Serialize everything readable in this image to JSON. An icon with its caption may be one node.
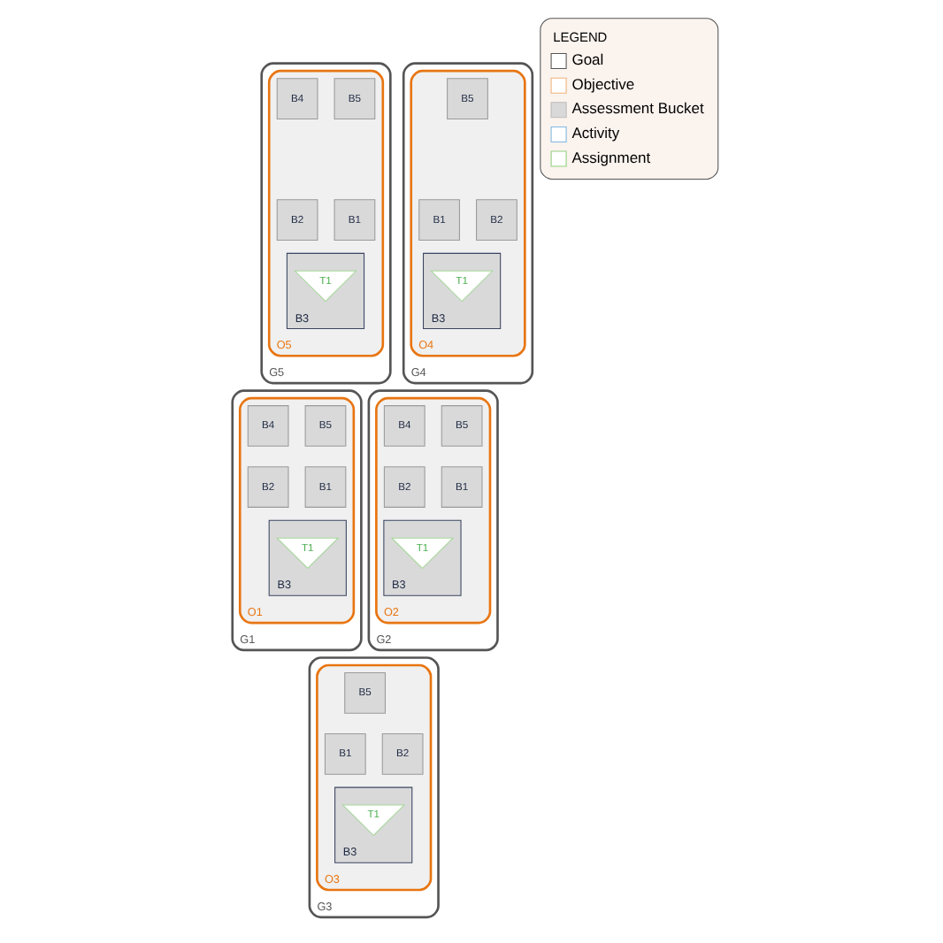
{
  "diagram": {
    "nodes": [
      {
        "text": [
          "G5"
        ]
      },
      {
        "text": [
          "O5"
        ],
        "in": 0
      },
      {
        "text": [
          "B5"
        ],
        "in": 1
      },
      {
        "text": [
          "B4"
        ],
        "in": 1
      },
      {
        "text": [
          "B1"
        ],
        "in": 1
      },
      {
        "text": [
          "B2"
        ],
        "in": 1
      },
      {
        "text": [
          "B3"
        ],
        "in": 1
      },
      {
        "text": [
          "T1"
        ],
        "in": 6
      },
      {
        "text": [
          "G4"
        ]
      },
      {
        "text": [
          "O4"
        ],
        "in": 8
      },
      {
        "text": [
          "B5"
        ],
        "in": 9
      },
      {
        "text": [
          "B1"
        ],
        "in": 9
      },
      {
        "text": [
          "B2"
        ],
        "in": 9
      },
      {
        "text": [
          "B3"
        ],
        "in": 9
      },
      {
        "text": [
          "T1"
        ],
        "in": 13
      },
      {
        "text": [
          "G1"
        ]
      },
      {
        "text": [
          "O1"
        ],
        "in": 15
      },
      {
        "text": [
          "B5"
        ],
        "in": 16
      },
      {
        "text": [
          "B4"
        ],
        "in": 16
      },
      {
        "text": [
          "B1"
        ],
        "in": 16
      },
      {
        "text": [
          "B2"
        ],
        "in": 16
      },
      {
        "text": [
          "B3"
        ],
        "in": 16
      },
      {
        "text": [
          "T1"
        ],
        "in": 21
      },
      {
        "text": [
          "G2"
        ]
      },
      {
        "text": [
          "O2"
        ],
        "in": 23
      },
      {
        "text": [
          "B5"
        ],
        "in": 24
      },
      {
        "text": [
          "B4"
        ],
        "in": 24
      },
      {
        "text": [
          "B1"
        ],
        "in": 24
      },
      {
        "text": [
          "B2"
        ],
        "in": 24
      },
      {
        "text": [
          "B3"
        ],
        "in": 24
      },
      {
        "text": [
          "T1"
        ],
        "in": 29
      },
      {
        "text": [
          "G3"
        ]
      },
      {
        "text": [
          "O3"
        ],
        "in": 31
      },
      {
        "text": [
          "B5"
        ],
        "in": 32
      },
      {
        "text": [
          "B1"
        ],
        "in": 32
      },
      {
        "text": [
          "B2"
        ],
        "in": 32
      },
      {
        "text": [
          "B3"
        ],
        "in": 32
      },
      {
        "text": [
          "T1"
        ],
        "in": 36
      }
    ],
    "edges": [],
    "labels": [
      "LEGEND"
    ],
    "legend": [
      {
        "text": "Goal"
      },
      {
        "text": "Objective"
      },
      {
        "text": "Assessment Bucket",
        "color": "#d9d9d9"
      },
      {
        "text": "Activity"
      },
      {
        "text": "Assignment"
      }
    ]
  }
}
